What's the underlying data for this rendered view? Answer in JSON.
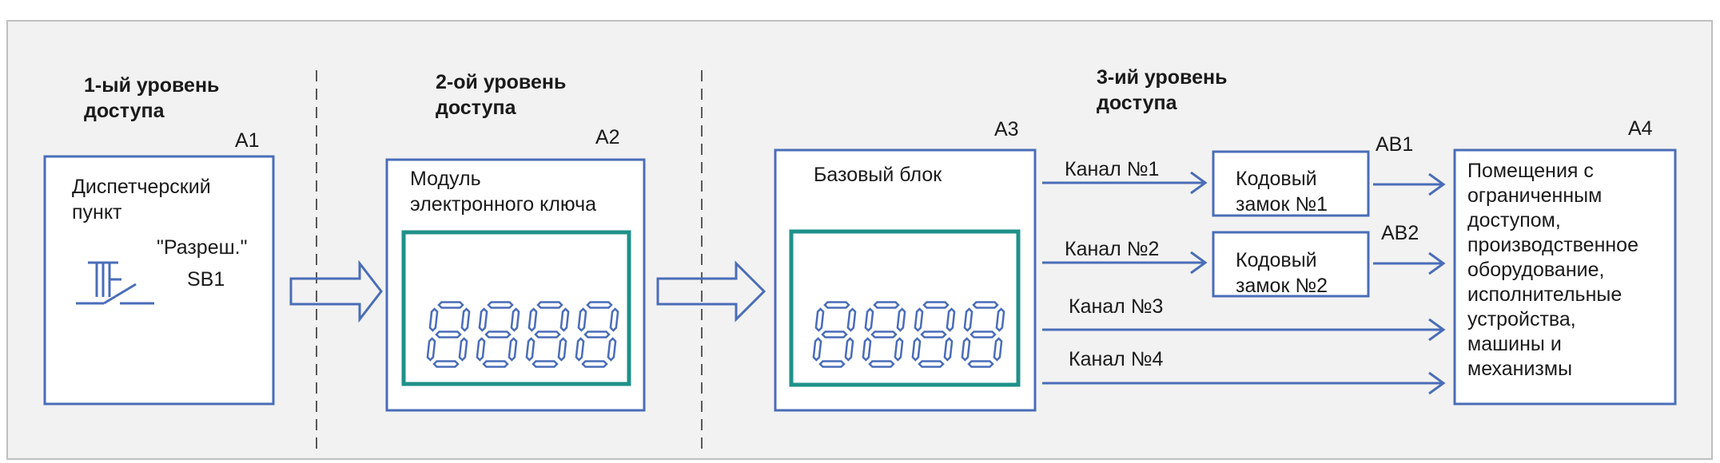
{
  "colors": {
    "frame_bg": "#f2f2f2",
    "frame_border": "#bfbfbf",
    "box_stroke": "#4a6db8",
    "display_stroke": "#1f9189",
    "text": "#1a1a1a"
  },
  "levels": {
    "level1": {
      "line1": "1-ый уровень",
      "line2": "доступа"
    },
    "level2": {
      "line1": "2-ой уровень",
      "line2": "доступа"
    },
    "level3": {
      "line1": "3-ий уровень",
      "line2": "доступа"
    }
  },
  "a1": {
    "tag": "A1",
    "title_line1": "Диспетчерский",
    "title_line2": "пункт",
    "button_label": "\"Разреш.\"",
    "button_id": "SB1",
    "icon": "pushbutton-switch-icon"
  },
  "a2": {
    "tag": "A2",
    "title_line1": "Модуль",
    "title_line2": "электронного ключа",
    "icon": "seven-segment-display-icon"
  },
  "a3": {
    "tag": "A3",
    "title": "Базовый блок",
    "icon": "seven-segment-display-icon"
  },
  "channels": {
    "ch1": "Канал №1",
    "ch2": "Канал №2",
    "ch3": "Канал №3",
    "ch4": "Канал №4"
  },
  "ab1": {
    "tag": "АВ1",
    "line1": "Кодовый",
    "line2": "замок №1"
  },
  "ab2": {
    "tag": "АВ2",
    "line1": "Кодовый",
    "line2": "замок №2"
  },
  "a4": {
    "tag": "A4",
    "lines": [
      "Помещения с",
      "ограниченным",
      "доступом,",
      "производственное",
      "оборудование,",
      "исполнительные",
      "устройства,",
      "машины и",
      "механизмы"
    ]
  }
}
